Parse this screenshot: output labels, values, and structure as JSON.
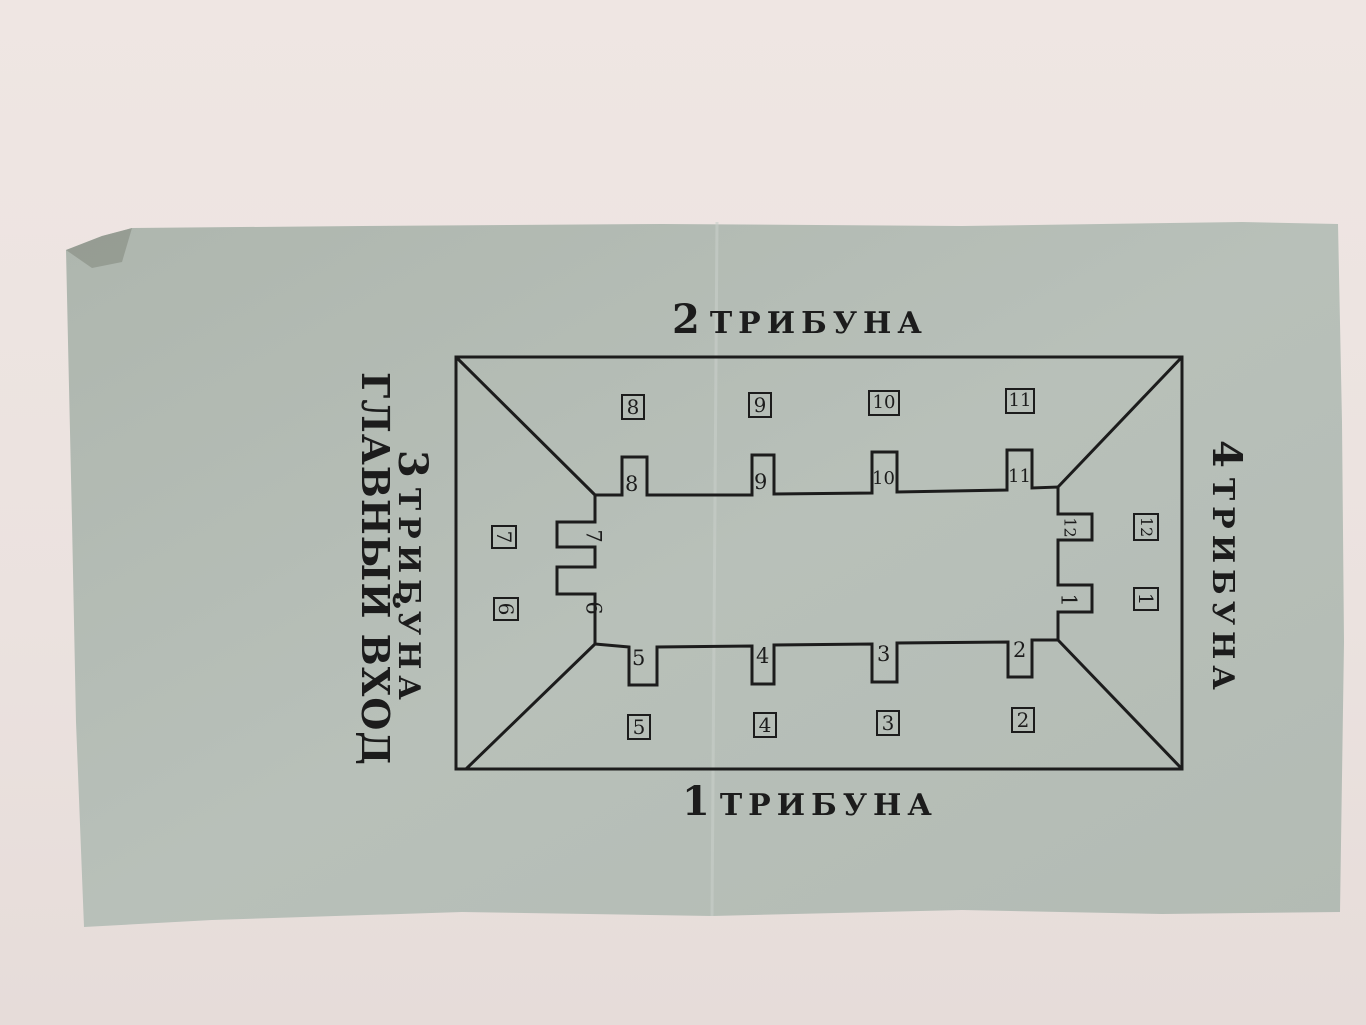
{
  "scene": {
    "description": "Photograph of a torn pale grey-green paper stadium ticket showing a seating map",
    "background_color": "#ece3e0",
    "paper_color": "#b7bfb8",
    "ink_color": "#1c1c1c"
  },
  "stands": {
    "top": {
      "number": "2",
      "label": "ТРИБУНА"
    },
    "bottom": {
      "number": "1",
      "label": "ТРИБУНА"
    },
    "right": {
      "number": "4",
      "label": "ТРИБУНА"
    },
    "left": {
      "number": "3",
      "label": "ТРИБУНА",
      "sublabel": "ГЛАВНЫЙ ВХОД"
    }
  },
  "sectors": {
    "top": [
      "8",
      "9",
      "10",
      "11"
    ],
    "bottom": [
      "5",
      "4",
      "3",
      "2"
    ],
    "left": [
      "7",
      "6"
    ],
    "right": [
      "12",
      "1"
    ]
  },
  "gates": {
    "top": [
      "8",
      "9",
      "10",
      "11"
    ],
    "bottom": [
      "5",
      "4",
      "3",
      "2"
    ],
    "left": [
      "7",
      "6"
    ],
    "right": [
      "12",
      "1"
    ]
  }
}
